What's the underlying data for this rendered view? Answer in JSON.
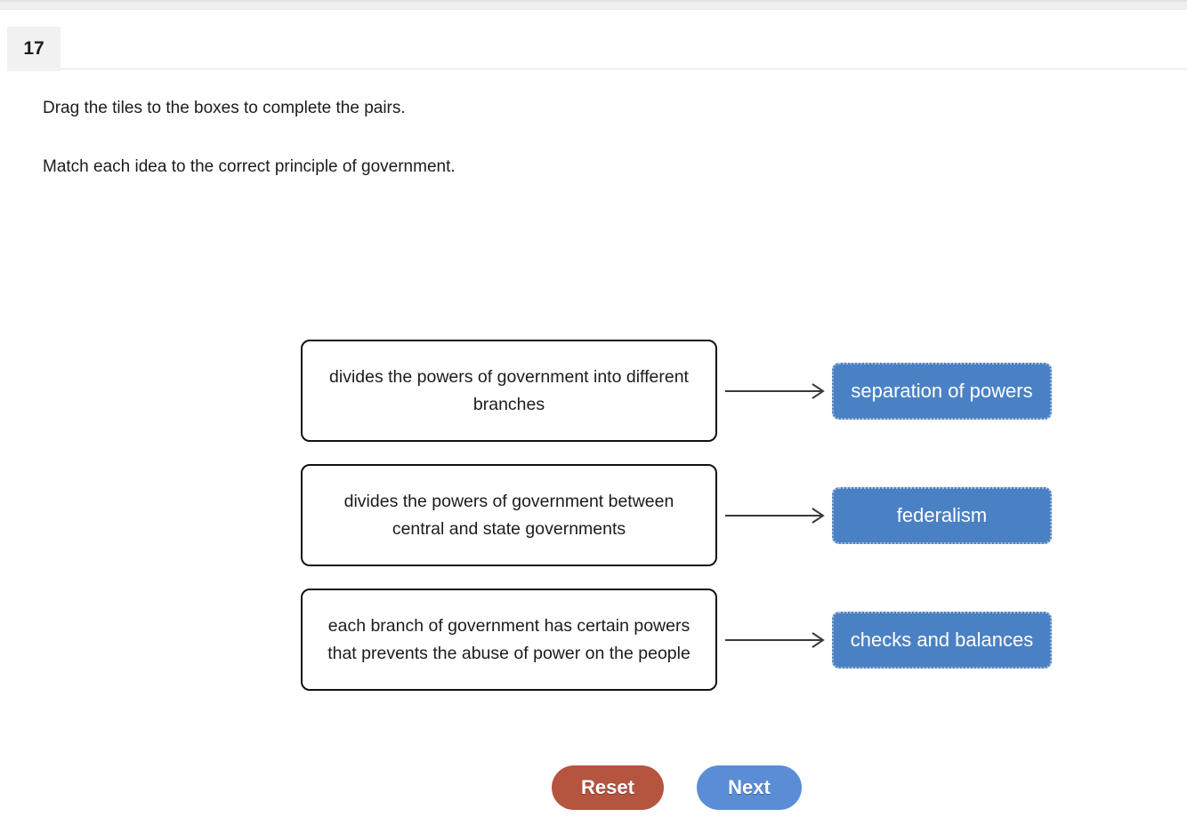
{
  "question_number": "17",
  "instructions": {
    "primary": "Drag the tiles to the boxes to complete the pairs.",
    "secondary": "Match each idea to the correct principle of government."
  },
  "pairs": [
    {
      "idea": "divides the powers of government into different branches",
      "principle": "separation of powers"
    },
    {
      "idea": "divides the powers of government between central and state governments",
      "principle": "federalism"
    },
    {
      "idea": "each branch of government has certain powers that prevents the abuse of power on the people",
      "principle": "checks and balances"
    }
  ],
  "buttons": {
    "reset_label": "Reset",
    "next_label": "Next"
  },
  "colors": {
    "tile_blue": "#4a81c4",
    "reset_red": "#b5543f",
    "next_blue": "#5a8dd5",
    "arrow": "#3a3a3a"
  }
}
